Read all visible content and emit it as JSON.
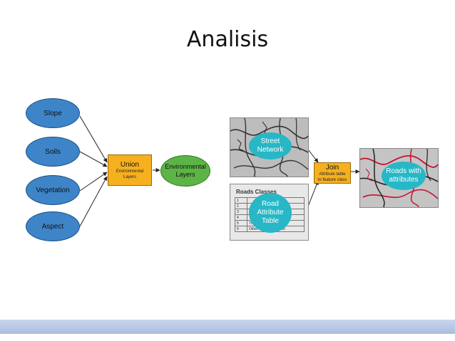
{
  "slide": {
    "title": "Analisis"
  },
  "inputs": [
    {
      "label": "Slope"
    },
    {
      "label": "Soils"
    },
    {
      "label": "Vegetation"
    },
    {
      "label": "Aspect"
    }
  ],
  "union_box": {
    "title": "Union",
    "subtitle_line1": "Environmental",
    "subtitle_line2": "Layers"
  },
  "env_output": {
    "line1": "Environmental",
    "line2": "Layers"
  },
  "street_network": {
    "line1": "Street",
    "line2": "Network"
  },
  "road_table": {
    "heading": "Roads Classes",
    "line1": "Road",
    "line2": "Attribute",
    "line3": "Table",
    "rows": [
      {
        "code": "1",
        "surface": "sphalt"
      },
      {
        "code": "2",
        "surface": "sphalt"
      },
      {
        "code": "3",
        "surface": "ement"
      },
      {
        "code": "4",
        "surface": "Dirt"
      },
      {
        "code": "5",
        "type": "Trail",
        "surface": "Dirt"
      },
      {
        "code": "6",
        "type": "Other",
        "surface": "Other"
      }
    ]
  },
  "join_box": {
    "title": "Join",
    "subtitle_line1": "Attribute table",
    "subtitle_line2": "to feature class"
  },
  "roads_output": {
    "line1": "Roads with",
    "line2": "attributes"
  },
  "colors": {
    "input_blue": "#3d85c8",
    "box_orange": "#f6b01f",
    "output_green": "#5cb446",
    "label_teal": "#27b7c6",
    "footer_band": "#b7c7e6"
  }
}
